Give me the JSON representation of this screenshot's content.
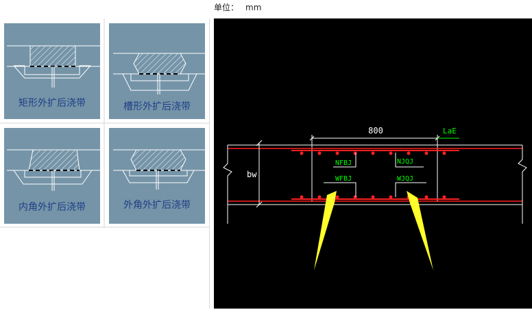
{
  "unit": {
    "label": "单位：",
    "value": "mm"
  },
  "tiles": [
    {
      "label": "矩形外扩后浇带"
    },
    {
      "label": "槽形外扩后浇带"
    },
    {
      "label": "内角外扩后浇带"
    },
    {
      "label": "外角外扩后浇带"
    }
  ],
  "drawing": {
    "dim_width": "800",
    "lae_label": "LaE",
    "bw_label": "bw",
    "nfbj": "NFBJ",
    "njqj": "NJQJ",
    "wfbj": "WFBJ",
    "wjqj": "WJQJ",
    "colors": {
      "rebar": "#ff2020",
      "annotation": "#00ff00",
      "arrow": "#ffff2a",
      "line": "#ffffff"
    }
  }
}
